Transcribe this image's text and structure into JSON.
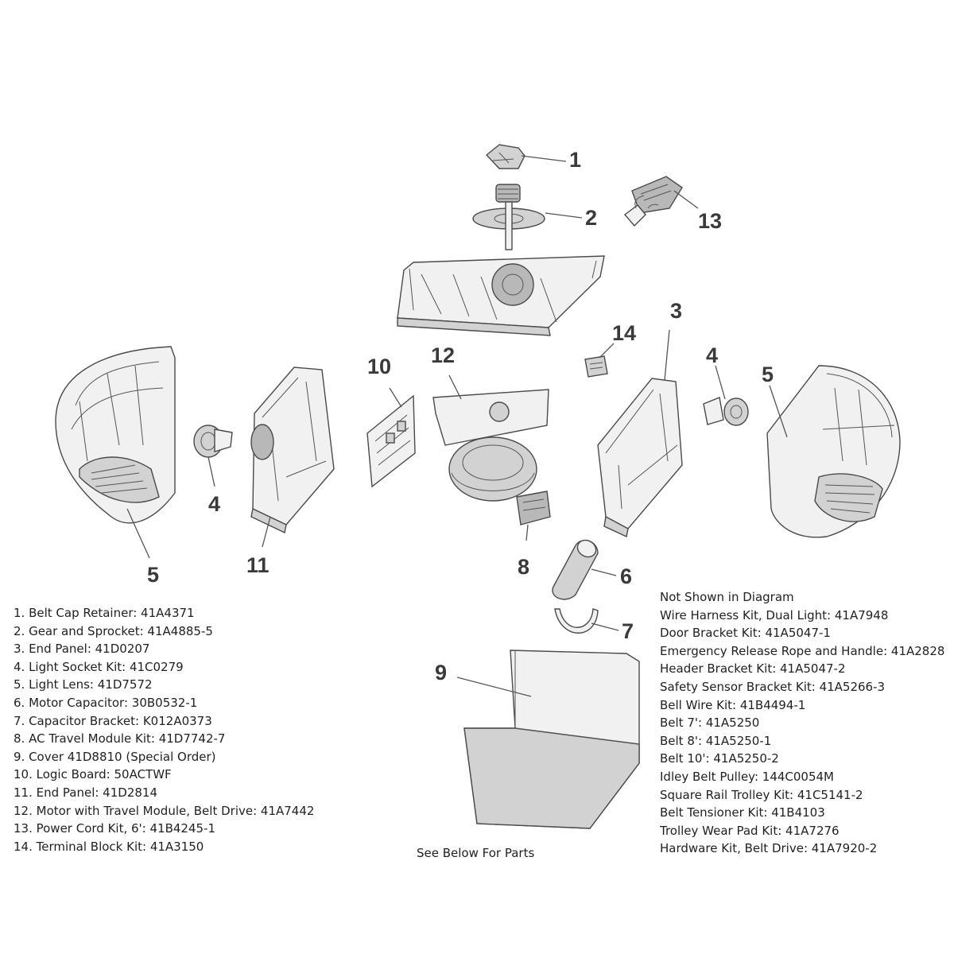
{
  "callouts": {
    "c1": "1",
    "c2": "2",
    "c3": "3",
    "c4a": "4",
    "c4b": "4",
    "c5a": "5",
    "c5b": "5",
    "c6": "6",
    "c7": "7",
    "c8": "8",
    "c9": "9",
    "c10": "10",
    "c11": "11",
    "c12": "12",
    "c13": "13",
    "c14": "14"
  },
  "parts_list": [
    "1. Belt Cap Retainer: 41A4371",
    "2. Gear and Sprocket: 41A4885-5",
    "3. End Panel: 41D0207",
    "4. Light Socket Kit: 41C0279",
    "5. Light Lens: 41D7572",
    "6. Motor Capacitor: 30B0532-1",
    "7. Capacitor Bracket: K012A0373",
    "8. AC Travel Module Kit: 41D7742-7",
    "9. Cover 41D8810 (Special Order)",
    "10. Logic Board: 50ACTWF",
    "11. End Panel: 41D2814",
    "12. Motor with Travel Module, Belt Drive: 41A7442",
    "13. Power Cord Kit, 6': 41B4245-1",
    "14. Terminal Block Kit: 41A3150"
  ],
  "not_shown": {
    "heading": "Not Shown in Diagram",
    "items": [
      "Wire Harness Kit, Dual Light: 41A7948",
      "Door Bracket Kit: 41A5047-1",
      "Emergency Release Rope and Handle: 41A2828",
      "Header Bracket Kit: 41A5047-2",
      "Safety Sensor Bracket Kit: 41A5266-3",
      "Bell Wire Kit: 41B4494-1",
      "Belt 7': 41A5250",
      "Belt 8': 41A5250-1",
      "Belt 10': 41A5250-2",
      "Idley Belt Pulley: 144C0054M",
      "Square Rail Trolley Kit: 41C5141-2",
      "Belt Tensioner Kit: 41B4103",
      "Trolley Wear Pad Kit: 41A7276",
      "Hardware Kit, Belt Drive: 41A7920-2"
    ]
  },
  "see_below": "See Below For Parts",
  "colors": {
    "line": "#4a4a4a",
    "fill_light": "#f1f1f1",
    "fill_mid": "#d2d2d2",
    "text": "#222222"
  }
}
